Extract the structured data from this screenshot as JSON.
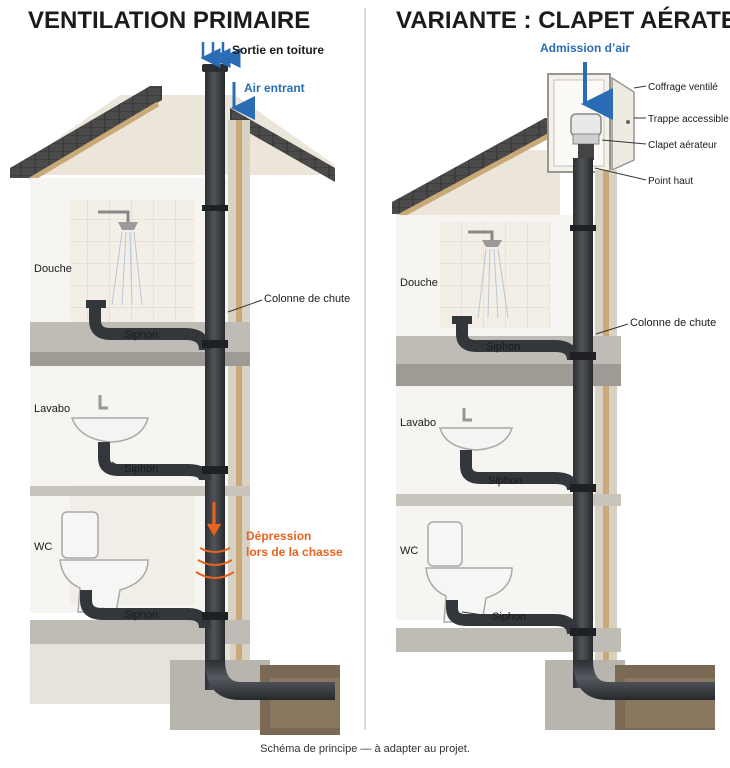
{
  "left": {
    "title": "VENTILATION PRIMAIRE",
    "roof_exit_label": "Sortie en toiture",
    "air_in_label": "Air entrant",
    "shower_label": "Douche",
    "basin_label": "Lavabo",
    "wc_label": "WC",
    "siphon_label": "Siphon",
    "stack_label": "Colonne de chute",
    "depression_line1": "Dépression",
    "depression_line2": "lors de la chasse"
  },
  "right": {
    "title": "VARIANTE : CLAPET AÉRATEUR",
    "air_admission_label": "Admission d’air",
    "ventilated_box_label": "Coffrage ventilé",
    "access_hatch_label": "Trappe accessible",
    "valve_label": "Clapet aérateur",
    "high_point_label": "Point haut",
    "shower_label": "Douche",
    "basin_label": "Lavabo",
    "wc_label": "WC",
    "siphon_label": "Siphon",
    "stack_label": "Colonne de chute"
  },
  "footer": {
    "note": "Schéma de principe — à adapter au projet."
  },
  "colors": {
    "accent_blue": "#2a6db5",
    "accent_orange": "#e8641e",
    "pipe": "#3a3d42"
  },
  "icons": [
    "down-arrow-icon",
    "shower-head-icon",
    "basin-icon",
    "toilet-icon",
    "air-valve-icon"
  ]
}
